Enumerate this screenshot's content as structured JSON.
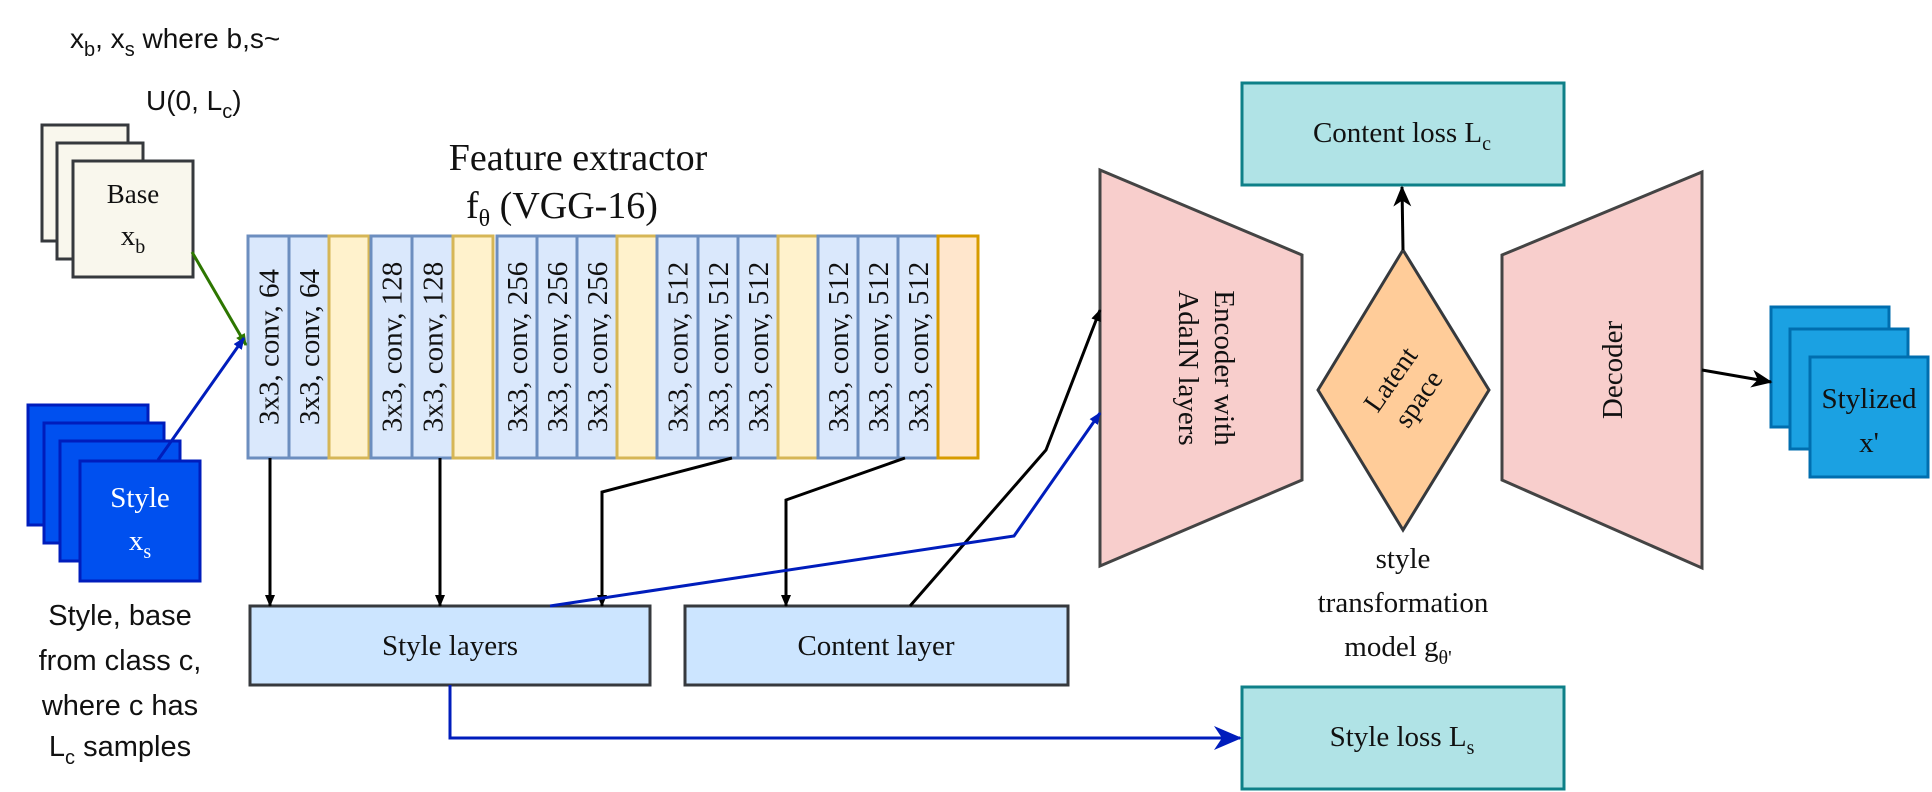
{
  "sampling": {
    "line1_main": "x",
    "line1_sub1": "b",
    "line1_mid": ", x",
    "line1_sub2": "s",
    "line1_tail": " where b,s~",
    "line2_main": "U(0, L",
    "line2_sub": "c",
    "line2_tail": ")"
  },
  "base_image": {
    "label": "Base",
    "var_main": "x",
    "var_sub": "b"
  },
  "style_image": {
    "label": "Style",
    "var_main": "x",
    "var_sub": "s"
  },
  "class_note": {
    "lines": [
      "Style, base",
      "from class c,",
      "where c has"
    ],
    "last_main": "L",
    "last_sub": "c",
    "last_tail": " samples"
  },
  "feature_extractor": {
    "title": "Feature extractor",
    "subtitle_main": "f",
    "subtitle_sub": "θ",
    "subtitle_tail": " (VGG-16)",
    "layers": [
      "3x3, conv, 64",
      "3x3, conv, 64",
      "3x3, conv, 128",
      "3x3, conv, 128",
      "3x3, conv, 256",
      "3x3, conv, 256",
      "3x3, conv, 256",
      "3x3, conv, 512",
      "3x3, conv, 512",
      "3x3, conv, 512",
      "3x3, conv, 512",
      "3x3, conv, 512",
      "3x3, conv, 512"
    ]
  },
  "style_layers": {
    "label": "Style layers"
  },
  "content_layer": {
    "label": "Content layer"
  },
  "encoder": {
    "line1": "Encoder with",
    "line2": "AdaIN layers"
  },
  "latent": {
    "line1": "Latent",
    "line2": "space"
  },
  "decoder": {
    "label": "Decoder"
  },
  "output": {
    "line1": "Stylized",
    "line2": "x'"
  },
  "content_loss": {
    "main": "Content loss L",
    "sub": "c"
  },
  "style_loss": {
    "main": "Style loss L",
    "sub": "s"
  },
  "transformation": {
    "line1": "style",
    "line2": "transformation",
    "line3_main": "model g",
    "line3_sub": "θ'"
  },
  "colors": {
    "conv_fill": "#dae8fc",
    "conv_stroke": "#6c8ebf",
    "pool_fill": "#fff2cc",
    "pool_stroke": "#d6b656",
    "last_pool_fill": "#ffe6cc",
    "last_pool_stroke": "#d79b00",
    "layer_box_fill": "#cce5ff",
    "layer_box_stroke": "#36393d",
    "loss_fill": "#b0e3e6",
    "loss_stroke": "#0e8088",
    "trap_fill": "#f8cecc",
    "trap_stroke": "#444444",
    "diamond_fill": "#ffcc99",
    "diamond_stroke": "#36393d",
    "base_fill": "#f9f7ed",
    "base_stroke": "#36393d",
    "style_fill": "#0050ef",
    "style_stroke": "#001dbc",
    "output_fill": "#1ba1e2",
    "output_stroke": "#006eaf",
    "arrow_black": "#000000",
    "arrow_blue": "#001dbc",
    "arrow_green": "#2d7600"
  }
}
